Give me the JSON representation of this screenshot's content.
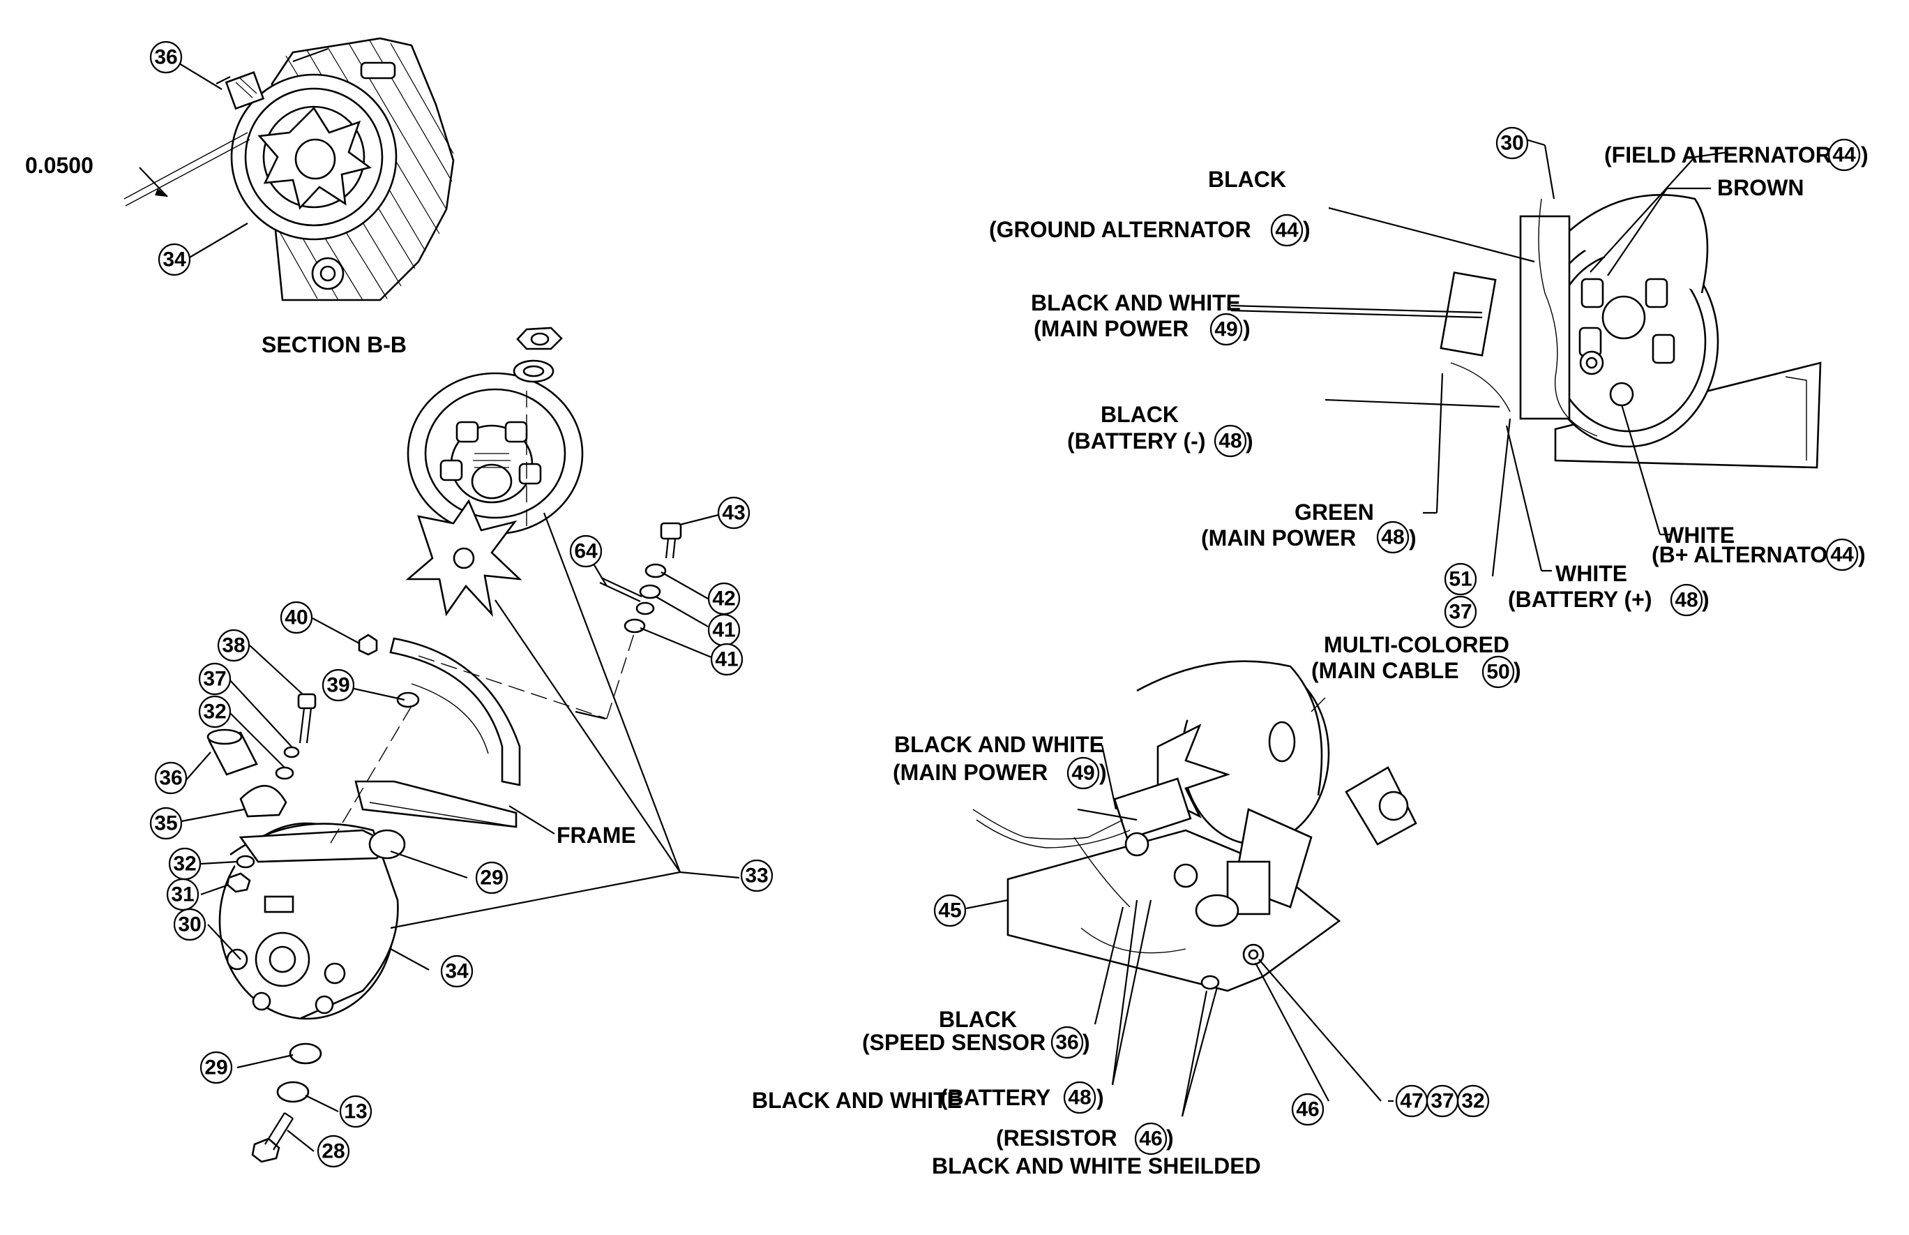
{
  "dimension": "0.0500",
  "section_label": "SECTION B-B",
  "frame_label": "FRAME",
  "callouts": {
    "c36a": "36",
    "c34a": "34",
    "c30a": "30",
    "c44a": "44",
    "c44b": "44",
    "c49a": "49",
    "c48a": "48",
    "c48b": "48",
    "c44c": "44",
    "c51": "51",
    "c37a": "37",
    "c48c": "48",
    "c50": "50",
    "c49b": "49",
    "c36b": "36",
    "c48d": "48",
    "c46a": "46",
    "c46b": "46",
    "c47": "47",
    "c37b": "37",
    "c32a": "32",
    "c45": "45",
    "c43": "43",
    "c64": "64",
    "c42": "42",
    "c41a": "41",
    "c41b": "41",
    "c40": "40",
    "c38": "38",
    "c39": "39",
    "c37c": "37",
    "c32b": "32",
    "c36c": "36",
    "c35": "35",
    "c29a": "29",
    "c32c": "32",
    "c31": "31",
    "c30b": "30",
    "c34b": "34",
    "c33": "33",
    "c29b": "29",
    "c13": "13",
    "c28": "28"
  },
  "labels": {
    "black_top": "BLACK",
    "field_alt": "(FIELD ALTERNATOR",
    "brown": "BROWN",
    "ground_alt": "(GROUND ALTERNATOR",
    "bw_top": "BLACK AND WHITE",
    "main_power_top": "(MAIN POWER",
    "black_batt": "BLACK",
    "battery_neg": "(BATTERY (-)",
    "green": "GREEN",
    "main_power_green": "(MAIN POWER",
    "white_alt": "WHITE",
    "b_plus_alt": "(B+ ALTERNATOR",
    "white_batt": "WHITE",
    "battery_pos": "(BATTERY (+)",
    "multi_colored": "MULTI-COLORED",
    "main_cable": "(MAIN CABLE",
    "bw_main": "BLACK AND WHITE",
    "main_power_bottom": "(MAIN POWER",
    "black_speed": "BLACK",
    "speed_sensor": "(SPEED SENSOR",
    "bw_battery_prefix": "BLACK AND WHITE",
    "battery_bottom": "(BATTERY",
    "resistor": "(RESISTOR",
    "bw_shielded": "BLACK AND WHITE SHEILDED",
    "close_paren": ")"
  }
}
